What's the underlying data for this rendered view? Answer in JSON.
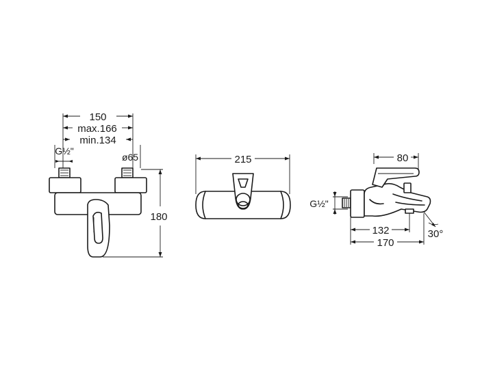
{
  "front_view": {
    "dim_width": "150",
    "dim_max": "max.166",
    "dim_min": "min.134",
    "dim_thread": "G½\"",
    "dim_diameter": "ø65",
    "dim_height": "180"
  },
  "top_view": {
    "dim_width": "215"
  },
  "side_view": {
    "dim_thread": "G½\"",
    "dim_handle": "80",
    "dim_depth_spout": "132",
    "dim_depth_total": "170",
    "dim_angle": "30°"
  }
}
